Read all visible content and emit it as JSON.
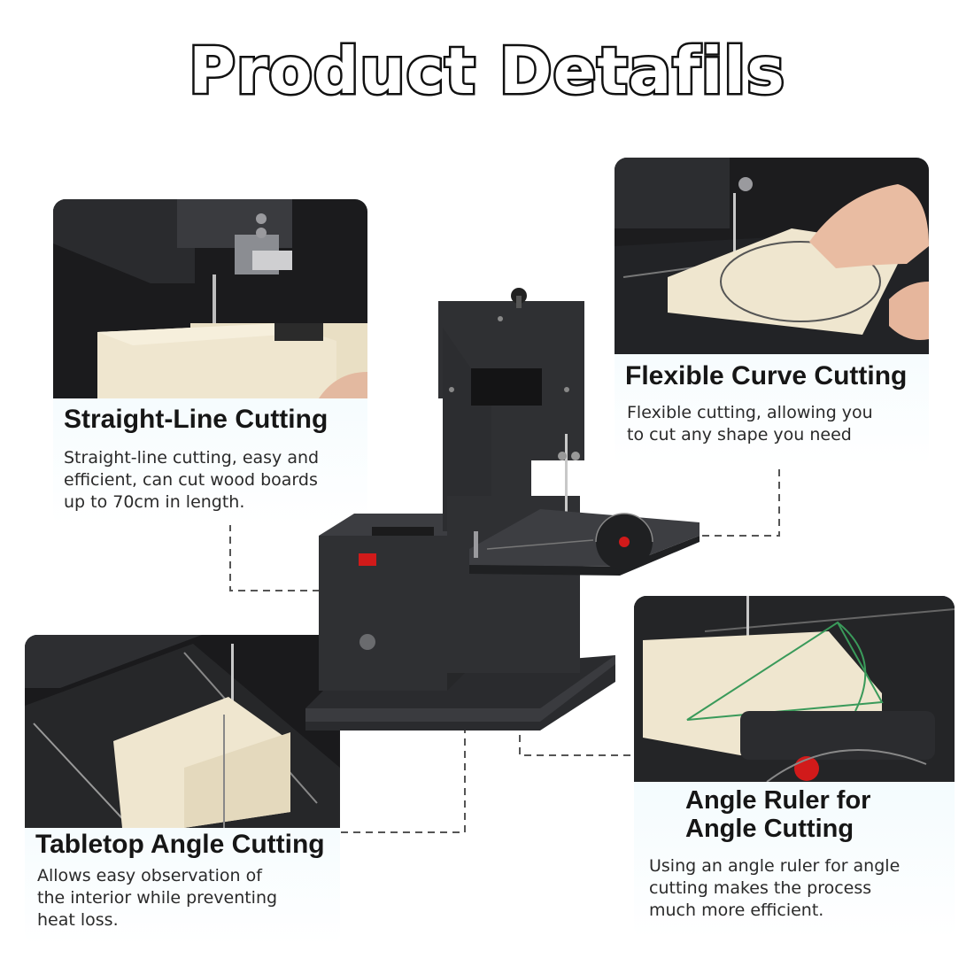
{
  "page": {
    "title": "Product Detafils"
  },
  "features": {
    "straight": {
      "title": "Straight-Line Cutting",
      "desc": [
        "Straight-line cutting, easy and",
        "efficient, can cut wood boards",
        "up to 70cm in length."
      ]
    },
    "curve": {
      "title": "Flexible Curve Cutting",
      "desc": [
        "Flexible cutting, allowing you",
        "to cut any shape you need"
      ]
    },
    "tabletop": {
      "title": "Tabletop Angle Cutting",
      "desc": [
        "Allows easy observation of",
        "the interior while preventing",
        "heat loss."
      ]
    },
    "angle": {
      "title": [
        "Angle Ruler for",
        "Angle Cutting"
      ],
      "desc": [
        "Using an angle ruler for angle",
        "cutting makes the process",
        "much more efficient."
      ]
    }
  },
  "colors": {
    "machine_body": "#2f3033",
    "wood": "#efe6cf",
    "card_gradient_top": "#e7f7fd",
    "switch_red": "#d11a1a",
    "connector_dash": "#555555"
  }
}
